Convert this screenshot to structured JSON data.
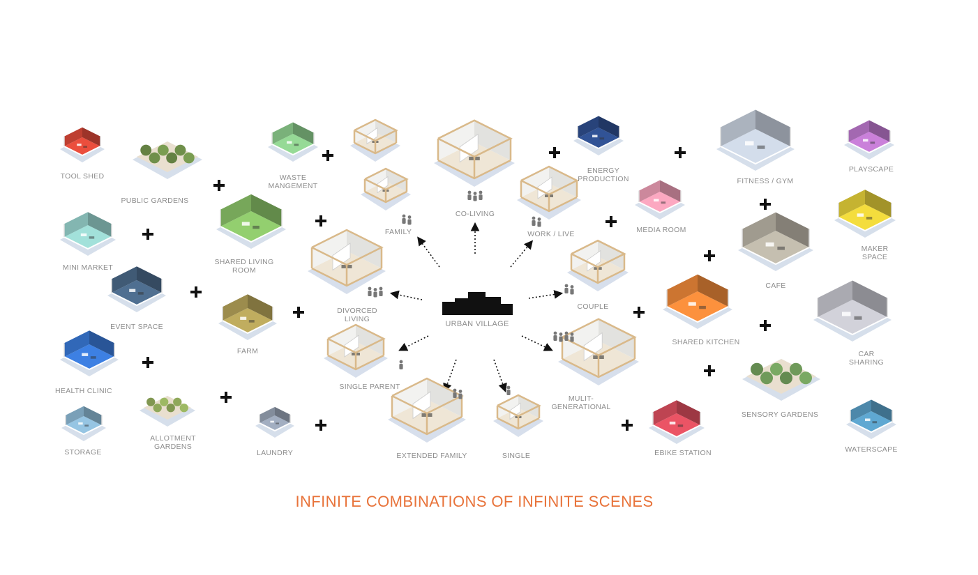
{
  "center": {
    "label": "URBAN VILLAGE"
  },
  "footer": {
    "title": "INFINITE COMBINATIONS OF INFINITE SCENES"
  },
  "colors": {
    "accent": "#e8733a",
    "label": "#8d8d8d",
    "timber": "#d9b98a",
    "wall": "#f2f2f0"
  },
  "housing_types": [
    {
      "label": "FAMILY"
    },
    {
      "label": "CO-LIVING"
    },
    {
      "label": "WORK / LIVE"
    },
    {
      "label": "DIVORCED\nLIVING"
    },
    {
      "label": "COUPLE"
    },
    {
      "label": "SINGLE PARENT"
    },
    {
      "label": "MULIT-\nGENERATIONAL"
    },
    {
      "label": "EXTENDED FAMILY"
    },
    {
      "label": "SINGLE"
    }
  ],
  "amenities_left": [
    {
      "label": "TOOL SHED",
      "color": "#e04a3a"
    },
    {
      "label": "PUBLIC GARDENS",
      "color": "#6f8f4a"
    },
    {
      "label": "WASTE\nMANGEMENT",
      "color": "#8fd08f"
    },
    {
      "label": "MINI MARKET",
      "color": "#9ad6d0"
    },
    {
      "label": "SHARED LIVING\nROOM",
      "color": "#8cc56a"
    },
    {
      "label": "EVENT SPACE",
      "color": "#4b6a8a"
    },
    {
      "label": "FARM",
      "color": "#b7a55a"
    },
    {
      "label": "HEALTH CLINIC",
      "color": "#3a7ad8"
    },
    {
      "label": "STORAGE",
      "color": "#8fbcd8"
    },
    {
      "label": "ALLOTMENT\nGARDENS",
      "color": "#8fa85a"
    },
    {
      "label": "LAUNDRY",
      "color": "#9aa6b8"
    }
  ],
  "amenities_right": [
    {
      "label": "ENERGY\nPRODUCTION",
      "color": "#2f4f8f"
    },
    {
      "label": "FITNESS / GYM",
      "color": "#c9d2e0"
    },
    {
      "label": "PLAYSCAPE",
      "color": "#c07ad0"
    },
    {
      "label": "MEDIA ROOM",
      "color": "#f0a0b8"
    },
    {
      "label": "MAKER\nSPACE",
      "color": "#e8d23a"
    },
    {
      "label": "CAFE",
      "color": "#bcb6a8"
    },
    {
      "label": "SHARED KITCHEN",
      "color": "#f08a3a"
    },
    {
      "label": "CAR\nSHARING",
      "color": "#c8c8d0"
    },
    {
      "label": "SENSORY GARDENS",
      "color": "#6f9a5a"
    },
    {
      "label": "EBIKE STATION",
      "color": "#e05060"
    },
    {
      "label": "WATERSCAPE",
      "color": "#5aa0c8"
    }
  ]
}
